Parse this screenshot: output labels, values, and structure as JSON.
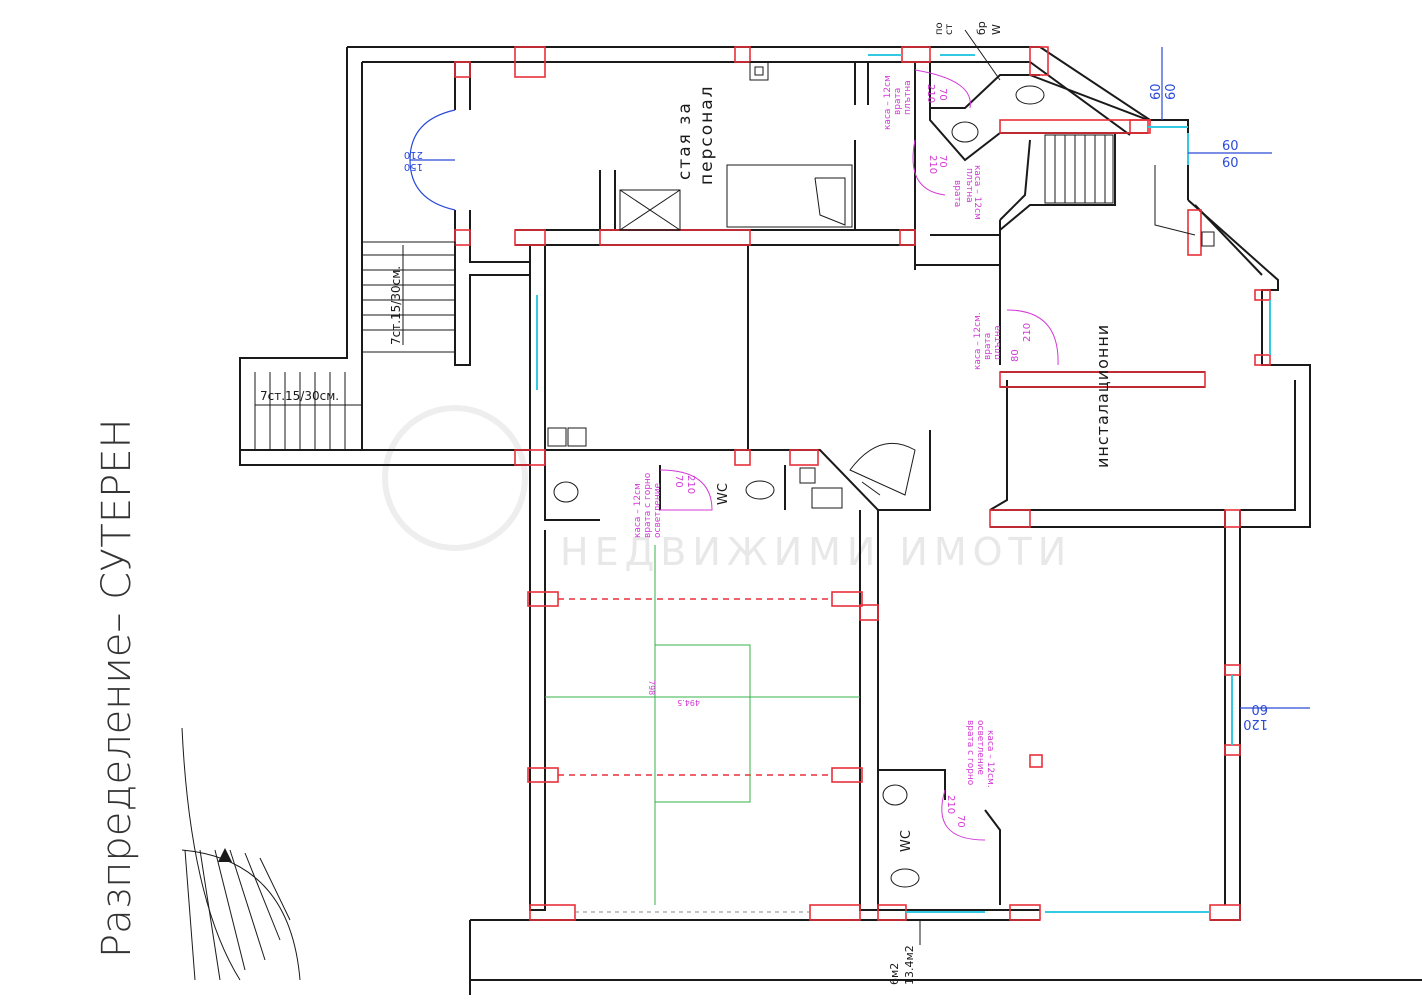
{
  "title": "Разпределение– СУТЕРЕН",
  "watermark": {
    "sub": "НЕДВИЖИМИ ИМОТИ"
  },
  "rooms": {
    "staff_room": {
      "line1": "стая за",
      "line2": "персонал"
    },
    "installations": "инсталационни",
    "wc_1": "WC",
    "wc_2": "WC"
  },
  "stairs": {
    "inner": "7ст.15/30см.",
    "outer": "7ст.15/30см."
  },
  "doors": {
    "entrance": {
      "width": "150",
      "height": "210"
    },
    "staff_wc": {
      "width": "70",
      "height": "210",
      "note1": "врата",
      "note2": "плътна",
      "note3": "каса – 12см"
    },
    "staff_wc_2": {
      "width": "70",
      "height": "210",
      "note1": "врата",
      "note2": "плътна",
      "note3": "каса – 12см"
    },
    "install": {
      "width": "80",
      "height": "210",
      "note1": "врата",
      "note2": "плътна",
      "note3": "каса – 12см."
    },
    "wc_1": {
      "width": "70",
      "height": "210",
      "note1": "врата с горно",
      "note2": "осветление",
      "note3": "каса – 12см"
    },
    "wc_2": {
      "width": "70",
      "height": "210",
      "note1": "врата с горно",
      "note2": "осветление",
      "note3": "каса – 12см."
    }
  },
  "windows": {
    "top_a": {
      "top": "60",
      "bottom": "60"
    },
    "top_b": {
      "top": "60",
      "bottom": "60"
    },
    "right": {
      "top": "60",
      "bottom": "120"
    },
    "top_label_a": "по",
    "top_label_b": "ст",
    "top_label_c": "бр",
    "top_label_d": "W"
  },
  "dimensions": {
    "length": "494.5",
    "width": "798"
  },
  "areas": {
    "a": "6м2",
    "b": "13.4м2"
  },
  "colors": {
    "wall": "#1a1a1a",
    "opening": "#e8303a",
    "window": "#33c9e0",
    "door": "#2a4ad8",
    "annotation": "#d23ad6",
    "grid": "#35b24a"
  }
}
